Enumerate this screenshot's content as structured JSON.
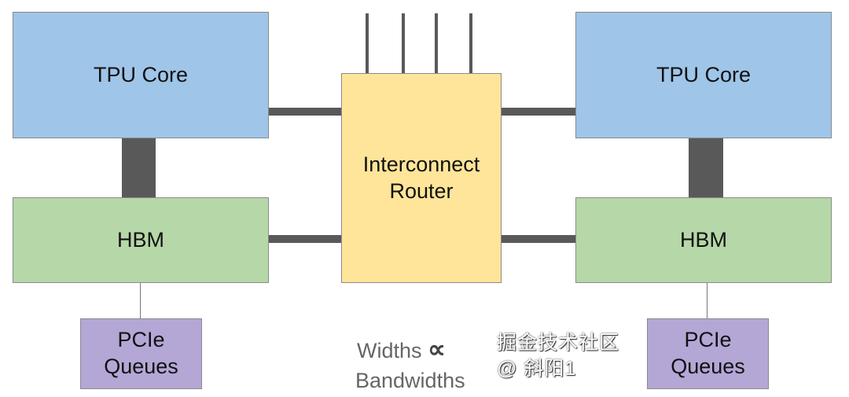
{
  "left": {
    "tpu_label": "TPU Core",
    "hbm_label": "HBM",
    "pcie_label": "PCIe\nQueues"
  },
  "right": {
    "tpu_label": "TPU Core",
    "hbm_label": "HBM",
    "pcie_label": "PCIe\nQueues"
  },
  "router": {
    "label": "Interconnect\nRouter",
    "external_links": 4
  },
  "legend": {
    "line1": "Widths",
    "symbol": "∝",
    "line2": "Bandwidths"
  },
  "watermark": "掘金技术社区 @ 斜阳1",
  "colors": {
    "tpu": "#9fc5e8",
    "hbm": "#b6d7a8",
    "pcie": "#b4a7d6",
    "router": "#ffe599",
    "link": "#595959"
  }
}
